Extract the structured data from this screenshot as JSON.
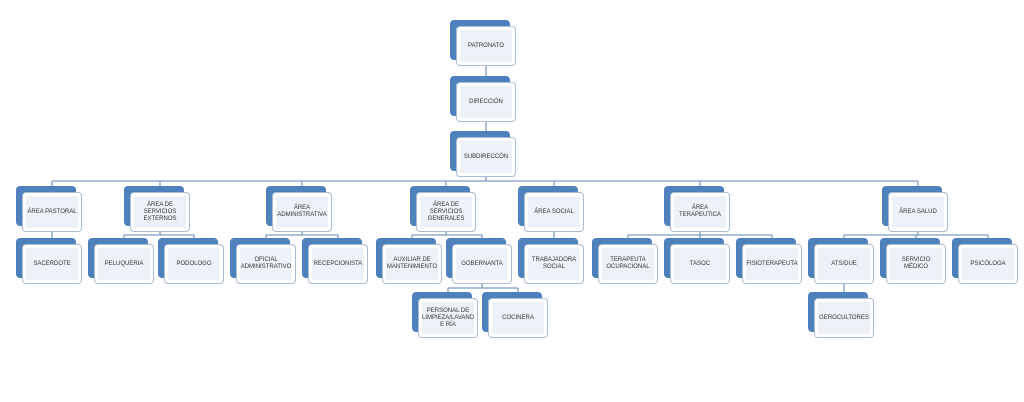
{
  "colors": {
    "card_back": "#4f81bd",
    "card_border": "#a9bcd3",
    "card_fill": "#eef2f8",
    "connector": "#7f9cc0"
  },
  "nodes": {
    "patronato": "PATRONATO",
    "direccion": "DIRECCIÓN",
    "subdireccion": "SUBDIRECCÓN",
    "area_pastoral": "ÁREA PASTORAL",
    "area_servicios_externos": "ÁREA DE SERVICIOS EXTERNOS",
    "area_administrativa": "ÁREA ADMINISTRATIVA",
    "area_servicios_generales": "ÁREA DE SERVICIOS GENERALES",
    "area_social": "ÁREA SOCIAL",
    "area_terapeutica": "ÁREA TERAPEUTICA",
    "area_salud": "ÁREA SALUD",
    "sacerdote": "SACERDOTE",
    "peluqueria": "PELUQUERIA",
    "podologo": "PODOLOGO",
    "oficial_administrativo": "OFICIAL ADMINISTRATIVO",
    "recepcionista": "RECEPCIONISTA",
    "auxiliar_mantenimiento": "AUXILIAR DE MANTENIMIENTO",
    "gobernanta": "GOBERNANTA",
    "trabajadora_social": "TRABAJADORA SOCIAL",
    "terapeuta_ocupacional": "TERAPEUTA OCUPACIONAL",
    "tasoc": "TASOC",
    "fisioterapeuta": "FISIOTERAPEUTA",
    "ats_due": "ATS/DUE",
    "servicio_medico": "SERVICIO MÉDICO",
    "psicologa": "PSICÓLOGA",
    "personal_limpieza": "PERSONAL DE LIMPIEZA/LAVANDE RÍA",
    "cocinera": "COCINERA",
    "gerocultores": "GEROCULTORES"
  }
}
